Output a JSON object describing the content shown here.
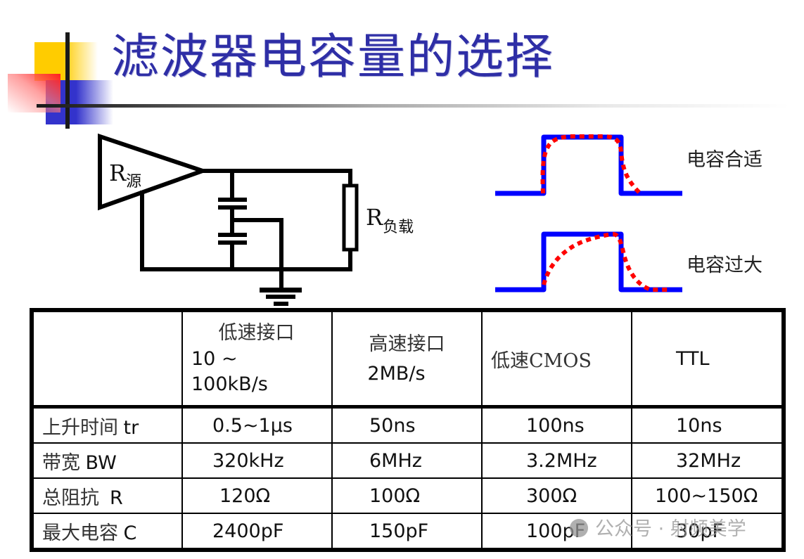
{
  "slide": {
    "title": "滤波器电容量的选择"
  },
  "circuit": {
    "source_label_main": "R",
    "source_label_sub": "源",
    "load_label_main": "R",
    "load_label_sub": "负载",
    "components": [
      "source-amplifier",
      "capacitor-1",
      "capacitor-2",
      "load-resistor",
      "ground"
    ]
  },
  "waveforms": [
    {
      "label": "电容合适",
      "ideal_color": "#0000ff",
      "actual_color": "#ff0000"
    },
    {
      "label": "电容过大",
      "ideal_color": "#0000ff",
      "actual_color": "#ff0000"
    }
  ],
  "table": {
    "columns": [
      {
        "title": "",
        "subtitle": ""
      },
      {
        "title": "低速接口",
        "subtitle_lines": [
          "10 ~",
          "100kB/s"
        ]
      },
      {
        "title": "高速接口",
        "subtitle_lines": [
          "2MB/s"
        ]
      },
      {
        "title": "低速CMOS",
        "subtitle_lines": []
      },
      {
        "title": "TTL",
        "subtitle_lines": []
      }
    ],
    "rows": [
      {
        "label_zh": "上升时间",
        "label_en": "tr",
        "values": [
          "0.5~1μs",
          "50ns",
          "100ns",
          "10ns"
        ]
      },
      {
        "label_zh": "带宽",
        "label_en": "BW",
        "values": [
          "320kHz",
          "6MHz",
          "3.2MHz",
          "32MHz"
        ]
      },
      {
        "label_zh": "总阻抗",
        "label_en": "R",
        "values": [
          "120Ω",
          "100Ω",
          "300Ω",
          "100~150Ω"
        ]
      },
      {
        "label_zh": "最大电容",
        "label_en": "C",
        "values": [
          "2400pF",
          "150pF",
          "100pF",
          "30pF"
        ]
      }
    ]
  },
  "watermark": {
    "icon": "wechat-icon",
    "text": "公众号 · 射频美学"
  }
}
